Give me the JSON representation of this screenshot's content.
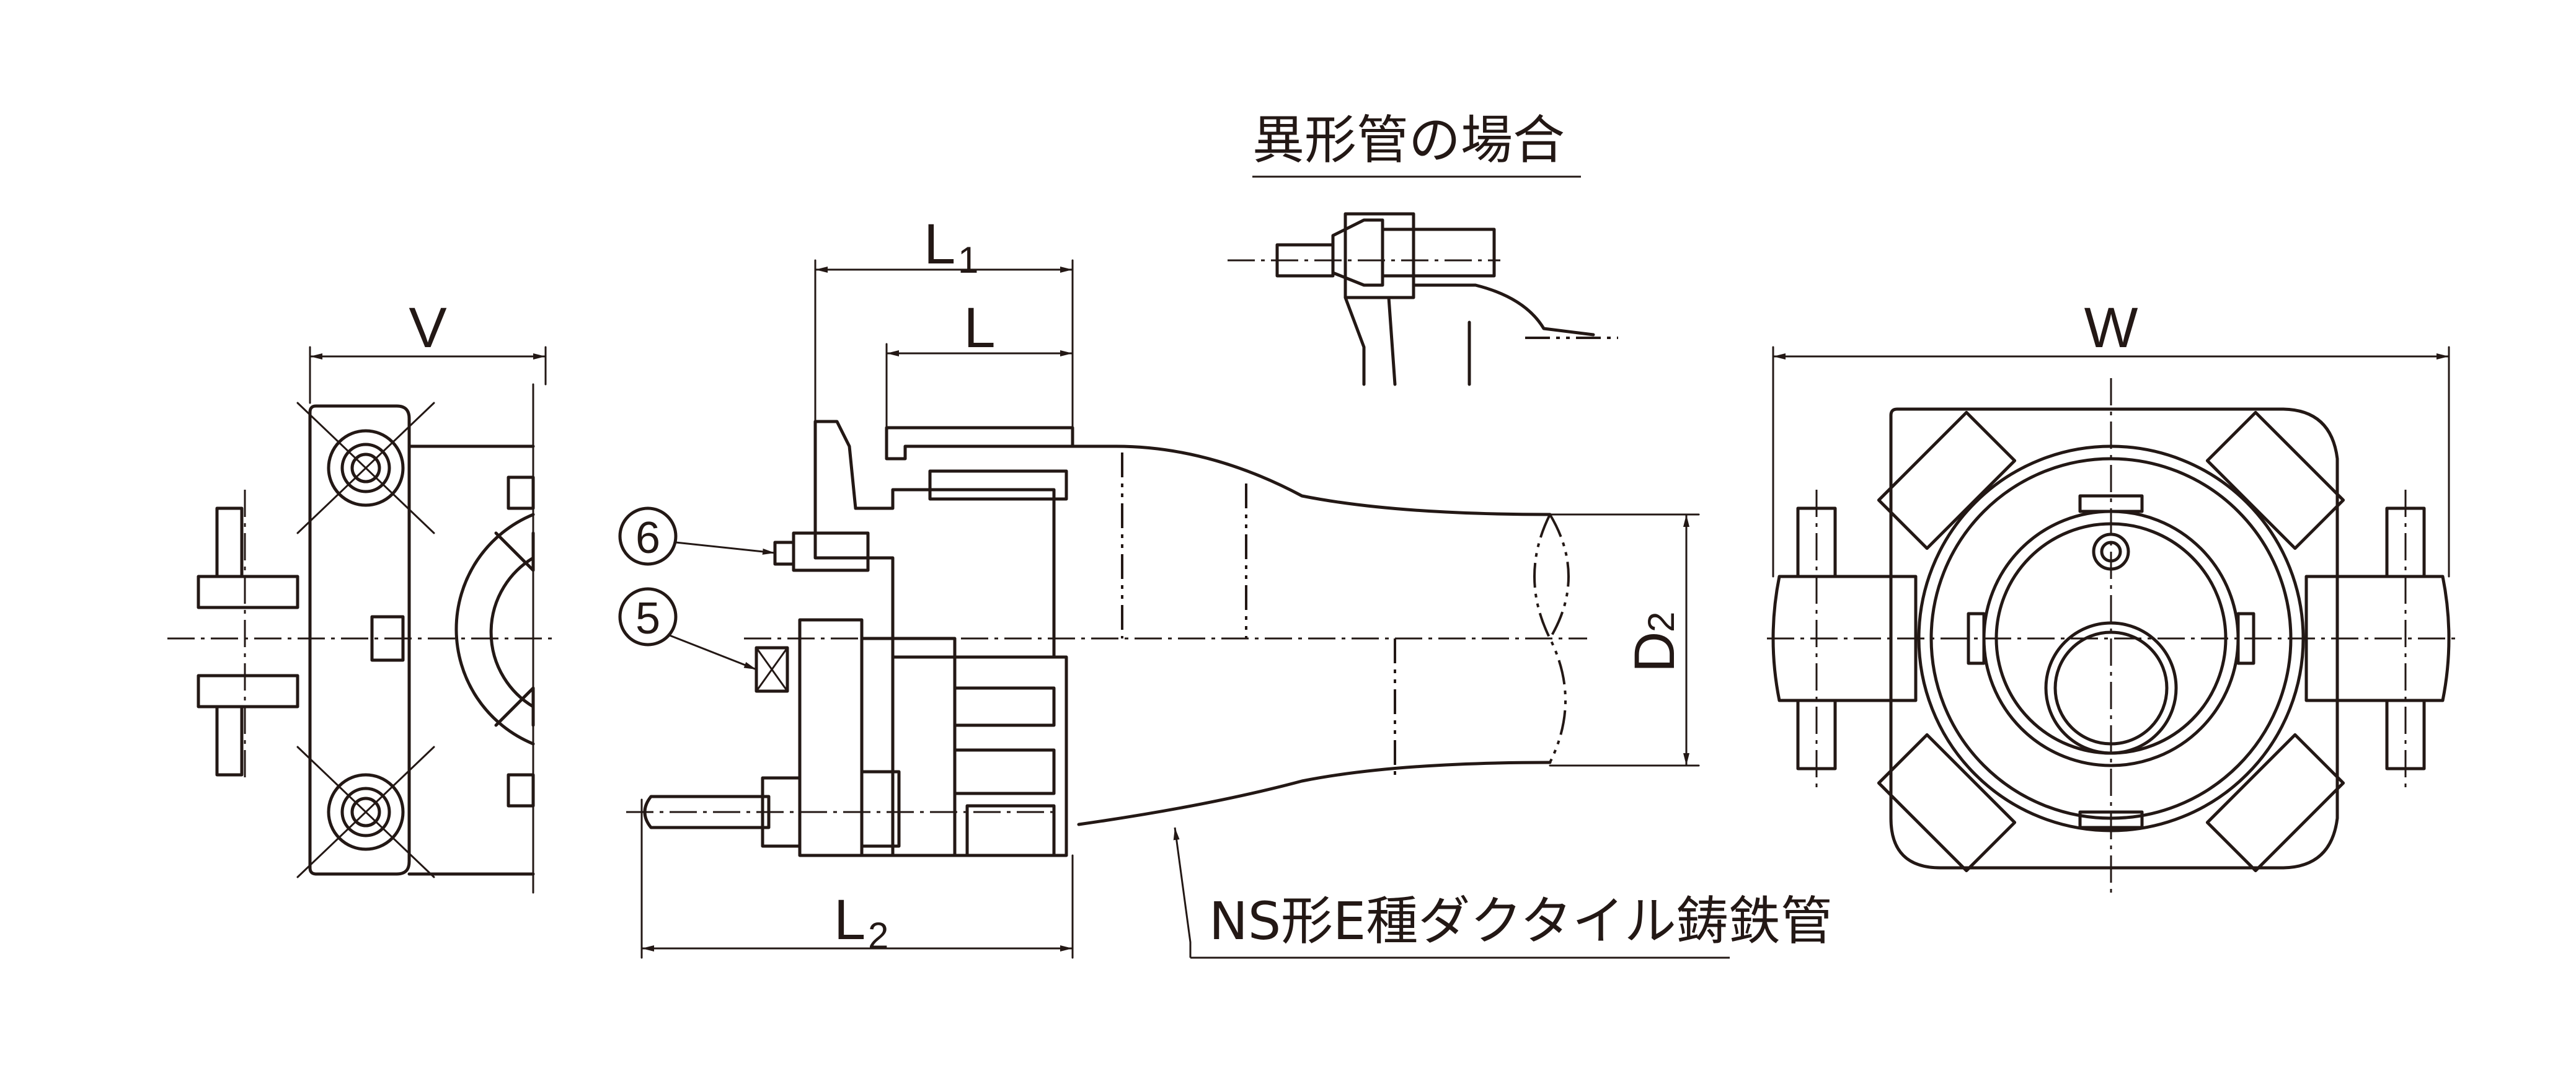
{
  "labels": {
    "V": "V",
    "L1_main": "L",
    "L1_sub": "1",
    "L": "L",
    "L2_main": "L",
    "L2_sub": "2",
    "D2_main": "D",
    "D2_sub": "2",
    "W": "W",
    "callout_6": "6",
    "callout_5": "5",
    "inset_title": "異形管の場合",
    "pipe_note": "NS形E種ダクタイル鋳鉄管"
  },
  "colors": {
    "line": "#231815",
    "background": "#ffffff"
  }
}
